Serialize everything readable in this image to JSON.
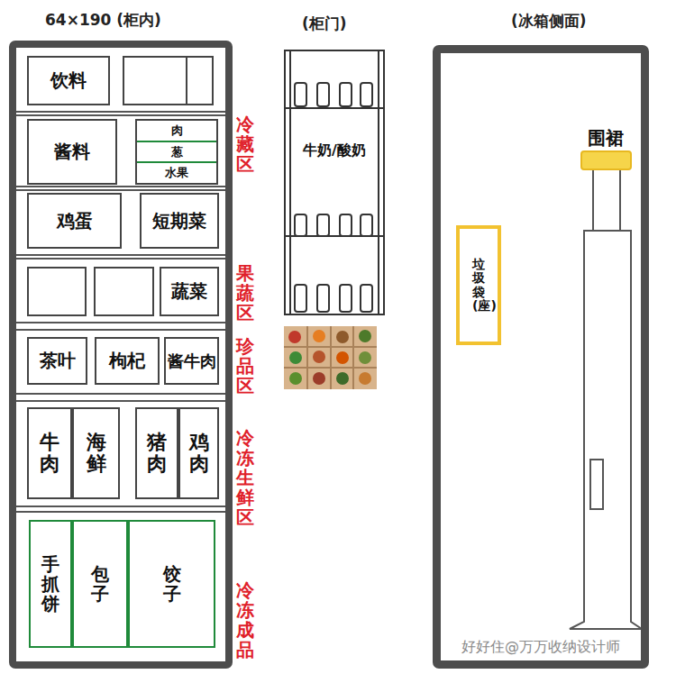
{
  "diagram": {
    "nodes": [
      {
        "text": [
          "64×190 (柜内)"
        ]
      },
      {
        "text": [
          "饮料"
        ],
        "in": 0
      },
      {
        "text": [
          "酱料"
        ],
        "in": 0
      },
      {
        "text": [
          "肉",
          "葱",
          "水果"
        ],
        "in": 0
      },
      {
        "text": [
          "鸡蛋"
        ],
        "in": 0
      },
      {
        "text": [
          "短期菜"
        ],
        "in": 0
      },
      {
        "text": [
          "蔬菜"
        ],
        "in": 0
      },
      {
        "text": [
          "茶叶"
        ],
        "in": 0
      },
      {
        "text": [
          "枸杞"
        ],
        "in": 0
      },
      {
        "text": [
          "酱牛肉"
        ],
        "in": 0
      },
      {
        "text": [
          "牛肉"
        ],
        "in": 0
      },
      {
        "text": [
          "海鲜"
        ],
        "in": 0
      },
      {
        "text": [
          "猪肉"
        ],
        "in": 0
      },
      {
        "text": [
          "鸡肉"
        ],
        "in": 0
      },
      {
        "text": [
          "手抓饼"
        ],
        "in": 0
      },
      {
        "text": [
          "包子"
        ],
        "in": 0
      },
      {
        "text": [
          "饺子"
        ],
        "in": 0
      },
      {
        "text": [
          "(柜门)",
          "牛奶/酸奶"
        ]
      },
      {
        "text": [
          "(冰箱侧面)"
        ]
      },
      {
        "text": [
          "垃圾袋(座)"
        ],
        "in": 18
      }
    ],
    "labels": [
      "冷藏区",
      "果蔬区",
      "珍品区",
      "冷冻生鲜区",
      "冷冻成品",
      "围裙",
      "好好住@万万收纳设计师"
    ]
  }
}
